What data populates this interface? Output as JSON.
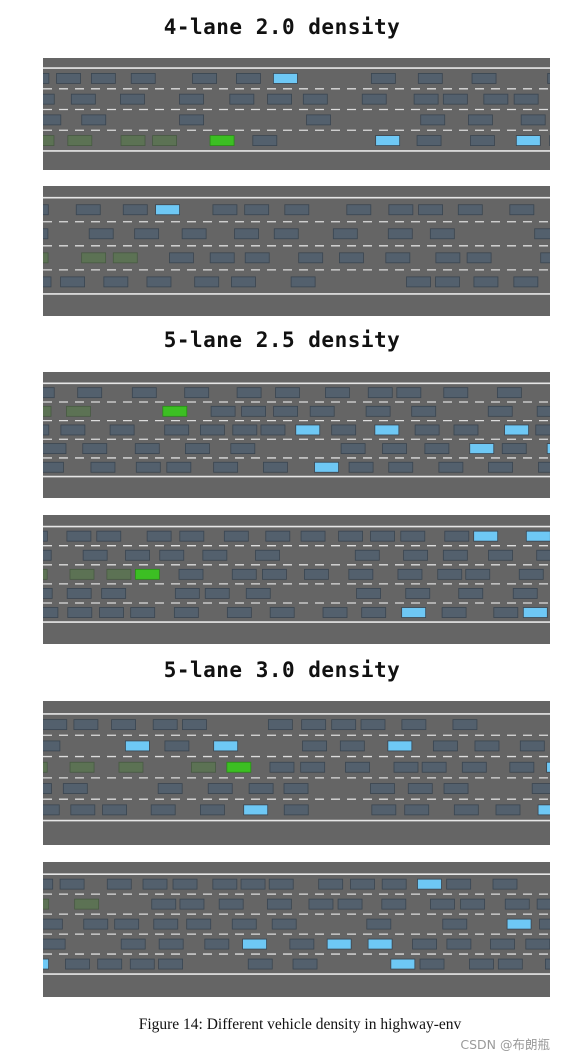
{
  "sections": [
    {
      "title": "4-lane 2.0 density",
      "panels": [
        {
          "lanes": 4,
          "ego_lane": 3,
          "ego_at": 0.36,
          "seed": 11,
          "density": 2.0
        },
        {
          "lanes": 4,
          "ego_lane": 2,
          "ego_at": 0.29,
          "seed": 23,
          "density": 2.0
        }
      ]
    },
    {
      "title": "5-lane 2.5 density",
      "panels": [
        {
          "lanes": 5,
          "ego_lane": 1,
          "ego_at": 0.26,
          "seed": 37,
          "density": 2.5
        },
        {
          "lanes": 5,
          "ego_lane": 2,
          "ego_at": 0.22,
          "seed": 41,
          "density": 2.5
        }
      ]
    },
    {
      "title": "5-lane 3.0 density",
      "panels": [
        {
          "lanes": 5,
          "ego_lane": 2,
          "ego_at": 0.36,
          "seed": 53,
          "density": 3.0
        },
        {
          "lanes": 5,
          "ego_lane": 1,
          "ego_at": 0.17,
          "seed": 67,
          "density": 3.0
        }
      ]
    }
  ],
  "caption": "Figure 14: Different vehicle density in highway-env",
  "watermark": "CSDN @布朗瓶",
  "colors": {
    "road": "#656565",
    "vehicle": "#53606d",
    "vehicle_outline": "#3a4550",
    "controlled": "#6ec8f5",
    "ego": "#3cbf23",
    "trail": "#5c7254"
  }
}
